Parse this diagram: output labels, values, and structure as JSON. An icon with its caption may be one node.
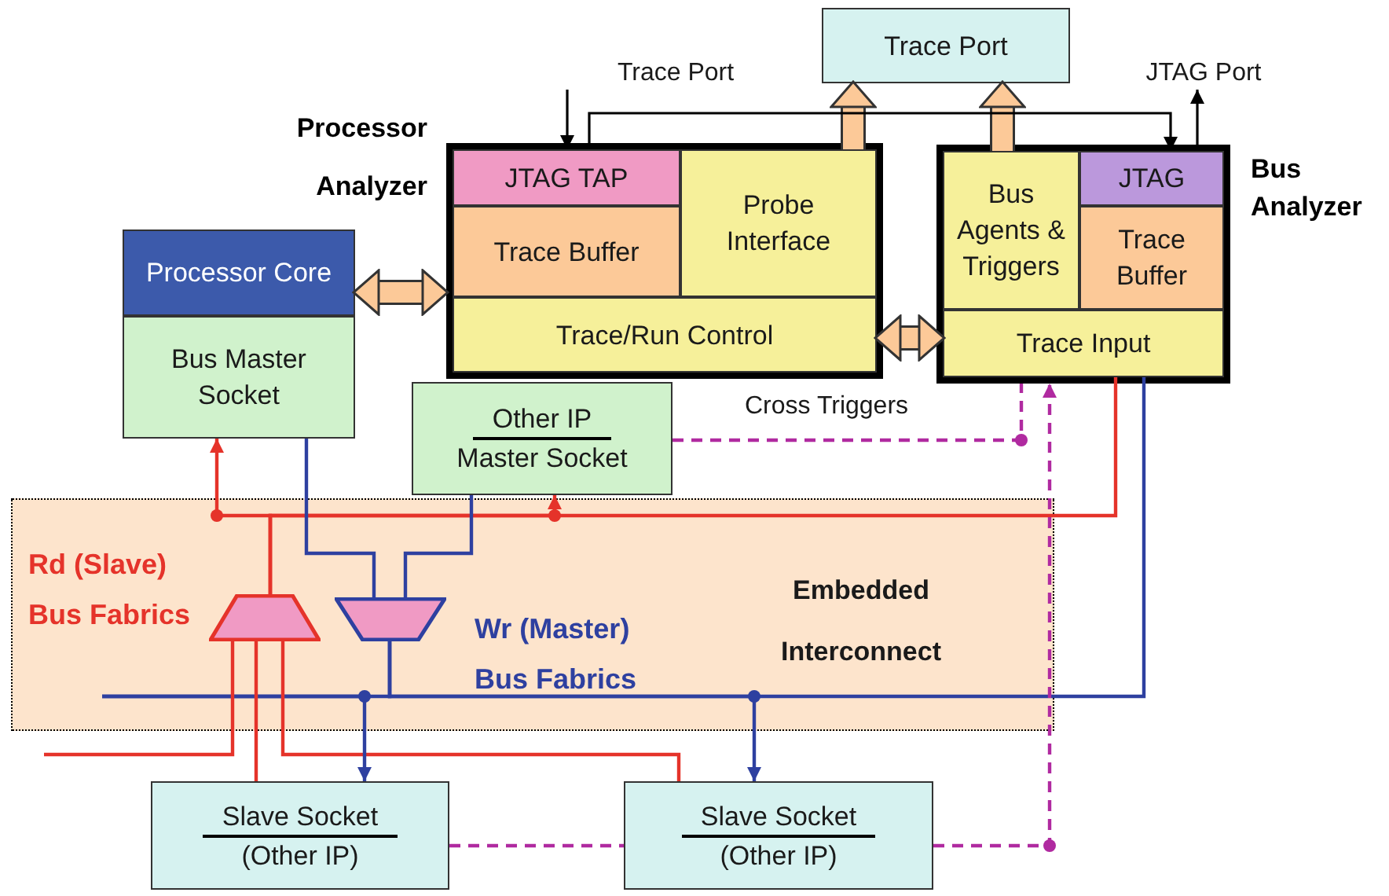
{
  "diagram": {
    "nodes": [
      {
        "text": [
          "Processor Analyzer"
        ]
      },
      {
        "text": [
          "JTAG TAP"
        ],
        "in": 0
      },
      {
        "text": [
          "Trace Buffer"
        ],
        "in": 0
      },
      {
        "text": [
          "Probe Interface"
        ],
        "in": 0
      },
      {
        "text": [
          "Trace/Run Control"
        ],
        "in": 0
      },
      {
        "text": [
          "Trace Port"
        ]
      },
      {
        "text": [
          "Bus Analyzer"
        ]
      },
      {
        "text": [
          "Bus Agents & Triggers"
        ],
        "in": 6
      },
      {
        "text": [
          "JTAG"
        ],
        "in": 6
      },
      {
        "text": [
          "Trace Buffer"
        ],
        "in": 6
      },
      {
        "text": [
          "Trace Input"
        ],
        "in": 6
      },
      {
        "text": [
          "Processor Core"
        ]
      },
      {
        "text": [
          "Bus Master Socket"
        ]
      },
      {
        "text": [
          "Other IP",
          "Master Socket"
        ]
      },
      {
        "text": [
          "Embedded Interconnect"
        ]
      },
      {
        "text": [],
        "shape": "trapezoid",
        "in": 14,
        "beside": [
          "Rd (Slave) Bus Fabrics"
        ]
      },
      {
        "text": [],
        "shape": "trapezoid",
        "in": 14,
        "beside": [
          "Wr (Master) Bus Fabrics"
        ]
      },
      {
        "text": [
          "Slave Socket",
          "(Other IP)"
        ]
      },
      {
        "text": [
          "Slave Socket",
          "(Other IP)"
        ]
      },
      {
        "text": [
          "Trace Port"
        ]
      },
      {
        "text": [
          "JTAG Port"
        ]
      }
    ],
    "edges": [
      {
        "from": 11,
        "to": 0,
        "arrow": "both",
        "style": "thick",
        "color": "#fcc998"
      },
      {
        "from": 4,
        "to": 10,
        "arrow": "both",
        "style": "thick",
        "color": "#fcc998"
      },
      {
        "from": 3,
        "to": 5,
        "arrow": "to",
        "style": "thick",
        "color": "#fcc998"
      },
      {
        "from": 7,
        "to": 5,
        "arrow": "to",
        "style": "thick",
        "color": "#fcc998"
      },
      {
        "from": 1,
        "to": 8,
        "arrow": "to",
        "color": "#000000"
      },
      {
        "from": 19,
        "to": 1,
        "arrow": "to",
        "color": "#000000"
      },
      {
        "from": 8,
        "to": 20,
        "arrow": "to",
        "color": "#000000"
      },
      {
        "from": 15,
        "to": 12,
        "arrow": "to",
        "color": "#e5332a"
      },
      {
        "from": 15,
        "to": 13,
        "arrow": "to",
        "color": "#e5332a"
      },
      {
        "from": 15,
        "to": 10,
        "arrow": "none",
        "color": "#e5332a"
      },
      {
        "from": null,
        "to": 15,
        "arrow": "none",
        "color": "#e5332a"
      },
      {
        "from": 17,
        "to": 15,
        "arrow": "none",
        "color": "#e5332a"
      },
      {
        "from": 18,
        "to": 15,
        "arrow": "none",
        "color": "#e5332a"
      },
      {
        "from": 12,
        "to": 16,
        "arrow": "none",
        "color": "#2e40a0"
      },
      {
        "from": 13,
        "to": 16,
        "arrow": "none",
        "color": "#2e40a0"
      },
      {
        "from": 16,
        "to": 17,
        "arrow": "to",
        "color": "#2e40a0"
      },
      {
        "from": 16,
        "to": 18,
        "arrow": "to",
        "color": "#2e40a0"
      },
      {
        "from": 16,
        "to": 10,
        "arrow": "none",
        "color": "#2e40a0"
      },
      {
        "from": 13,
        "to": 6,
        "arrow": "none",
        "style": "dashed",
        "color": "#b02aa0"
      },
      {
        "from": 17,
        "to": 18,
        "arrow": "none",
        "style": "dashed",
        "color": "#b02aa0"
      },
      {
        "from": 18,
        "to": 6,
        "arrow": "to",
        "style": "dashed",
        "color": "#b02aa0"
      }
    ],
    "labels": [
      "Cross Triggers"
    ]
  }
}
